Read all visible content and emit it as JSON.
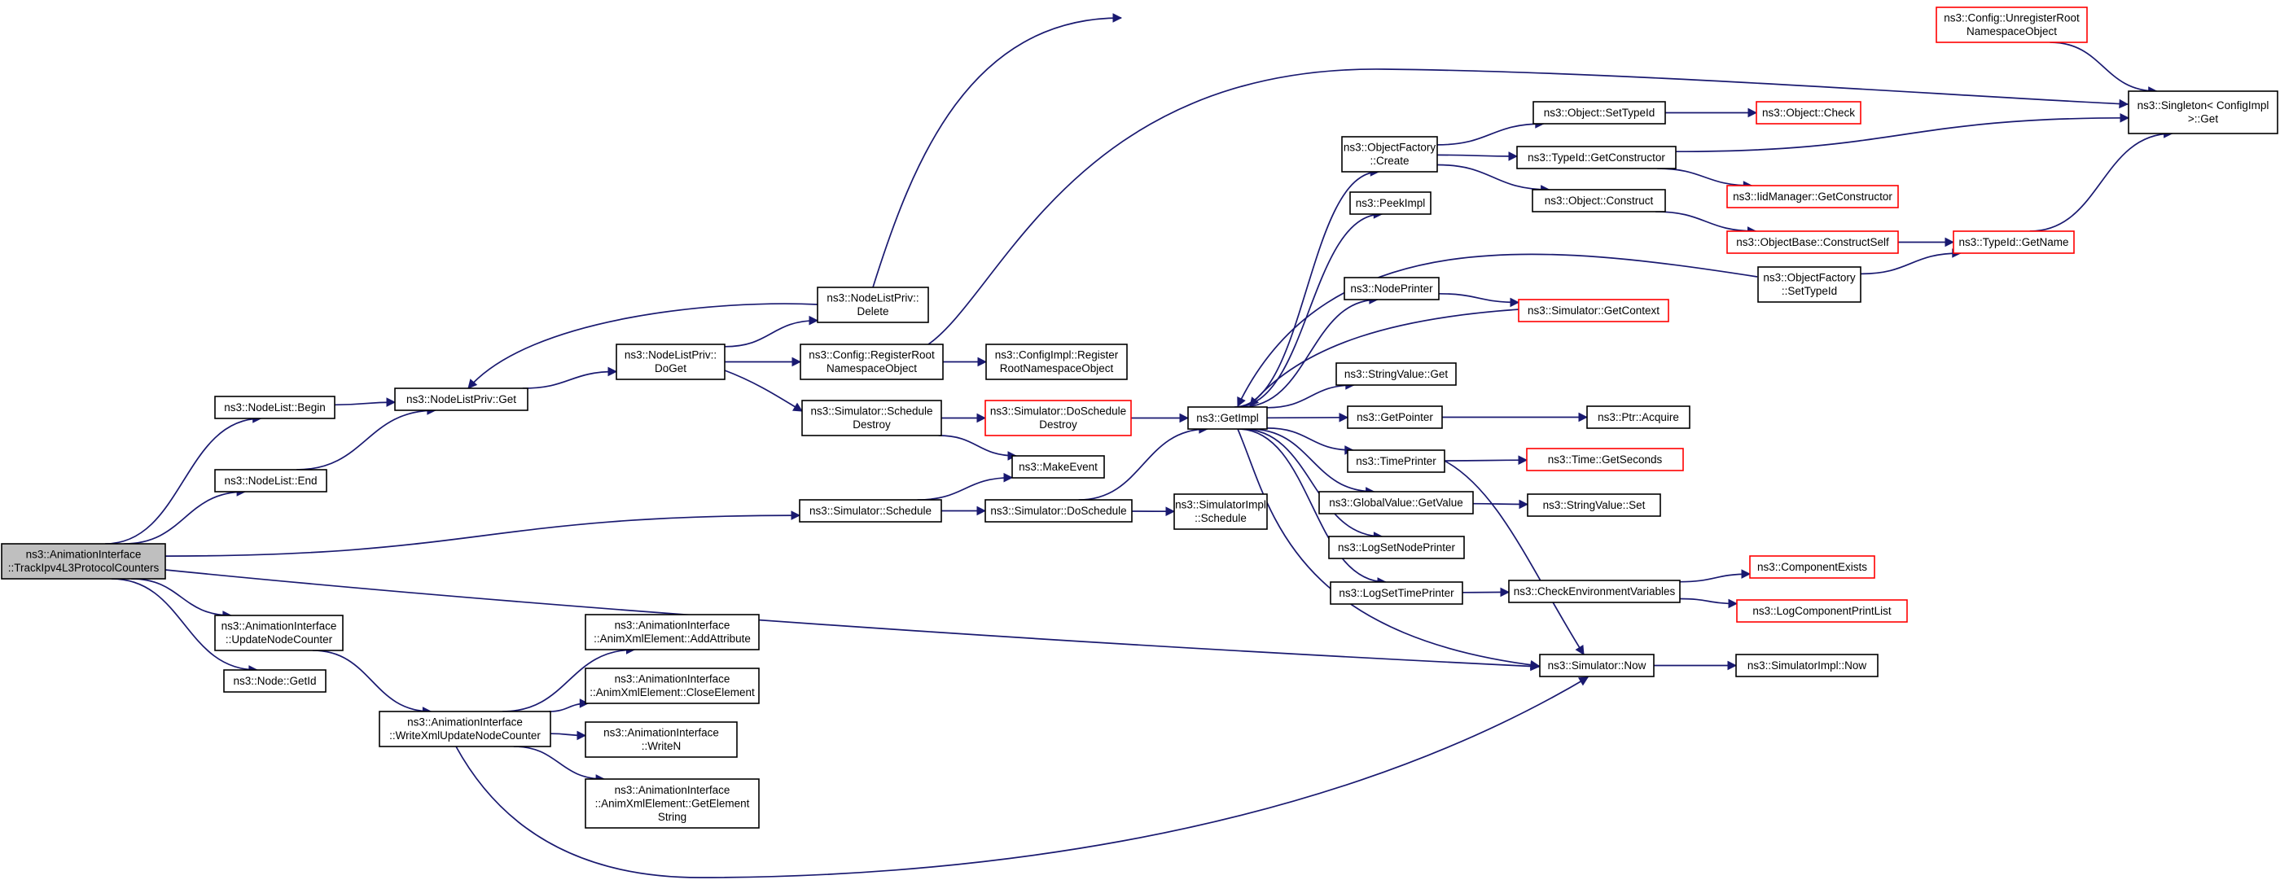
{
  "graph": {
    "nodes": [
      {
        "id": "root",
        "lines": [
          "ns3::AnimationInterface",
          "::TrackIpv4L3ProtocolCounters"
        ],
        "kind": "root"
      },
      {
        "id": "nlbegin",
        "lines": [
          "ns3::NodeList::Begin"
        ],
        "kind": "normal"
      },
      {
        "id": "nlend",
        "lines": [
          "ns3::NodeList::End"
        ],
        "kind": "normal"
      },
      {
        "id": "updnc",
        "lines": [
          "ns3::AnimationInterface",
          "::UpdateNodeCounter"
        ],
        "kind": "normal"
      },
      {
        "id": "nodegetid",
        "lines": [
          "ns3::Node::GetId"
        ],
        "kind": "normal"
      },
      {
        "id": "nlpget",
        "lines": [
          "ns3::NodeListPriv::Get"
        ],
        "kind": "normal"
      },
      {
        "id": "wxml",
        "lines": [
          "ns3::AnimationInterface",
          "::WriteXmlUpdateNodeCounter"
        ],
        "kind": "normal"
      },
      {
        "id": "nlpdoget",
        "lines": [
          "ns3::NodeListPriv::",
          "DoGet"
        ],
        "kind": "normal"
      },
      {
        "id": "addattr",
        "lines": [
          "ns3::AnimationInterface",
          "::AnimXmlElement::AddAttribute"
        ],
        "kind": "normal"
      },
      {
        "id": "closeel",
        "lines": [
          "ns3::AnimationInterface",
          "::AnimXmlElement::CloseElement"
        ],
        "kind": "normal"
      },
      {
        "id": "writen",
        "lines": [
          "ns3::AnimationInterface",
          "::WriteN"
        ],
        "kind": "normal"
      },
      {
        "id": "getelstr",
        "lines": [
          "ns3::AnimationInterface",
          "::AnimXmlElement::GetElement",
          "String"
        ],
        "kind": "normal"
      },
      {
        "id": "nlpdelete",
        "lines": [
          "ns3::NodeListPriv::",
          "Delete"
        ],
        "kind": "normal"
      },
      {
        "id": "cfgreg",
        "lines": [
          "ns3::Config::RegisterRoot",
          "NamespaceObject"
        ],
        "kind": "normal"
      },
      {
        "id": "simschdes",
        "lines": [
          "ns3::Simulator::Schedule",
          "Destroy"
        ],
        "kind": "normal"
      },
      {
        "id": "simsched",
        "lines": [
          "ns3::Simulator::Schedule"
        ],
        "kind": "normal"
      },
      {
        "id": "cfgimplreg",
        "lines": [
          "ns3::ConfigImpl::Register",
          "RootNamespaceObject"
        ],
        "kind": "normal"
      },
      {
        "id": "simdoschdes",
        "lines": [
          "ns3::Simulator::DoSchedule",
          "Destroy"
        ],
        "kind": "ext"
      },
      {
        "id": "makeevent",
        "lines": [
          "ns3::MakeEvent"
        ],
        "kind": "normal"
      },
      {
        "id": "simdosched",
        "lines": [
          "ns3::Simulator::DoSchedule"
        ],
        "kind": "normal"
      },
      {
        "id": "simimplsched",
        "lines": [
          "ns3::SimulatorImpl",
          "::Schedule"
        ],
        "kind": "normal"
      },
      {
        "id": "getimpl",
        "lines": [
          "ns3::GetImpl"
        ],
        "kind": "normal"
      },
      {
        "id": "objfaccreate",
        "lines": [
          "ns3::ObjectFactory",
          "::Create"
        ],
        "kind": "normal"
      },
      {
        "id": "peekimpl",
        "lines": [
          "ns3::PeekImpl"
        ],
        "kind": "normal"
      },
      {
        "id": "nodeprinter",
        "lines": [
          "ns3::NodePrinter"
        ],
        "kind": "normal"
      },
      {
        "id": "strvalget",
        "lines": [
          "ns3::StringValue::Get"
        ],
        "kind": "normal"
      },
      {
        "id": "getpointer",
        "lines": [
          "ns3::GetPointer"
        ],
        "kind": "normal"
      },
      {
        "id": "timeprinter",
        "lines": [
          "ns3::TimePrinter"
        ],
        "kind": "normal"
      },
      {
        "id": "gvgetval",
        "lines": [
          "ns3::GlobalValue::GetValue"
        ],
        "kind": "normal"
      },
      {
        "id": "logsetnp",
        "lines": [
          "ns3::LogSetNodePrinter"
        ],
        "kind": "normal"
      },
      {
        "id": "logsettp",
        "lines": [
          "ns3::LogSetTimePrinter"
        ],
        "kind": "normal"
      },
      {
        "id": "objsettid",
        "lines": [
          "ns3::Object::SetTypeId"
        ],
        "kind": "normal"
      },
      {
        "id": "tidgetctor",
        "lines": [
          "ns3::TypeId::GetConstructor"
        ],
        "kind": "normal"
      },
      {
        "id": "objconstruct",
        "lines": [
          "ns3::Object::Construct"
        ],
        "kind": "normal"
      },
      {
        "id": "simgetctx",
        "lines": [
          "ns3::Simulator::GetContext"
        ],
        "kind": "ext"
      },
      {
        "id": "ptracq",
        "lines": [
          "ns3::Ptr::Acquire"
        ],
        "kind": "normal"
      },
      {
        "id": "timegetsec",
        "lines": [
          "ns3::Time::GetSeconds"
        ],
        "kind": "ext"
      },
      {
        "id": "strvalset",
        "lines": [
          "ns3::StringValue::Set"
        ],
        "kind": "normal"
      },
      {
        "id": "chkenv",
        "lines": [
          "ns3::CheckEnvironmentVariables"
        ],
        "kind": "normal"
      },
      {
        "id": "simnow",
        "lines": [
          "ns3::Simulator::Now"
        ],
        "kind": "normal"
      },
      {
        "id": "objcheck",
        "lines": [
          "ns3::Object::Check"
        ],
        "kind": "ext"
      },
      {
        "id": "iidgetctor",
        "lines": [
          "ns3::IidManager::GetConstructor"
        ],
        "kind": "ext"
      },
      {
        "id": "objbaseconst",
        "lines": [
          "ns3::ObjectBase::ConstructSelf"
        ],
        "kind": "ext"
      },
      {
        "id": "objfacsettid",
        "lines": [
          "ns3::ObjectFactory",
          "::SetTypeId"
        ],
        "kind": "normal"
      },
      {
        "id": "compexists",
        "lines": [
          "ns3::ComponentExists"
        ],
        "kind": "ext"
      },
      {
        "id": "logcpl",
        "lines": [
          "ns3::LogComponentPrintList"
        ],
        "kind": "ext"
      },
      {
        "id": "simimplnow",
        "lines": [
          "ns3::SimulatorImpl::Now"
        ],
        "kind": "normal"
      },
      {
        "id": "cfgunreg",
        "lines": [
          "ns3::Config::UnregisterRoot",
          "NamespaceObject"
        ],
        "kind": "ext"
      },
      {
        "id": "tidgetname",
        "lines": [
          "ns3::TypeId::GetName"
        ],
        "kind": "ext"
      },
      {
        "id": "singleton",
        "lines": [
          "ns3::Singleton< ConfigImpl",
          " >::Get"
        ],
        "kind": "normal"
      }
    ],
    "edges": [
      [
        "root",
        "nlbegin"
      ],
      [
        "root",
        "nlend"
      ],
      [
        "root",
        "simsched"
      ],
      [
        "root",
        "updnc"
      ],
      [
        "root",
        "nodegetid"
      ],
      [
        "root",
        "simnow"
      ],
      [
        "nlbegin",
        "nlpget"
      ],
      [
        "nlend",
        "nlpget"
      ],
      [
        "nlpget",
        "nlpdoget"
      ],
      [
        "nlpdoget",
        "nlpdelete"
      ],
      [
        "nlpdoget",
        "cfgreg"
      ],
      [
        "nlpdoget",
        "simschdes"
      ],
      [
        "nlpdelete",
        "nlpget"
      ],
      [
        "nlpdelete",
        "cfgunreg"
      ],
      [
        "cfgreg",
        "cfgimplreg"
      ],
      [
        "cfgreg",
        "singleton"
      ],
      [
        "simschdes",
        "simdoschdes"
      ],
      [
        "simschdes",
        "makeevent"
      ],
      [
        "simsched",
        "makeevent"
      ],
      [
        "simsched",
        "simdosched"
      ],
      [
        "simdosched",
        "simimplsched"
      ],
      [
        "simdosched",
        "getimpl"
      ],
      [
        "simdoschdes",
        "getimpl"
      ],
      [
        "updnc",
        "wxml"
      ],
      [
        "wxml",
        "addattr"
      ],
      [
        "wxml",
        "closeel"
      ],
      [
        "wxml",
        "writen"
      ],
      [
        "wxml",
        "getelstr"
      ],
      [
        "wxml",
        "simnow"
      ],
      [
        "getimpl",
        "objfaccreate"
      ],
      [
        "getimpl",
        "peekimpl"
      ],
      [
        "getimpl",
        "nodeprinter"
      ],
      [
        "getimpl",
        "strvalget"
      ],
      [
        "getimpl",
        "getpointer"
      ],
      [
        "getimpl",
        "timeprinter"
      ],
      [
        "getimpl",
        "gvgetval"
      ],
      [
        "getimpl",
        "logsetnp"
      ],
      [
        "getimpl",
        "logsettp"
      ],
      [
        "getimpl",
        "simnow"
      ],
      [
        "objfaccreate",
        "objsettid"
      ],
      [
        "objfaccreate",
        "tidgetctor"
      ],
      [
        "objfaccreate",
        "objconstruct"
      ],
      [
        "objsettid",
        "objcheck"
      ],
      [
        "tidgetctor",
        "iidgetctor"
      ],
      [
        "tidgetctor",
        "singleton"
      ],
      [
        "objconstruct",
        "objbaseconst"
      ],
      [
        "objbaseconst",
        "tidgetname"
      ],
      [
        "objfacsettid",
        "getimpl"
      ],
      [
        "objfacsettid",
        "tidgetname"
      ],
      [
        "nodeprinter",
        "simgetctx"
      ],
      [
        "simgetctx",
        "getimpl"
      ],
      [
        "getpointer",
        "ptracq"
      ],
      [
        "timeprinter",
        "timegetsec"
      ],
      [
        "timeprinter",
        "simnow"
      ],
      [
        "gvgetval",
        "strvalset"
      ],
      [
        "logsettp",
        "chkenv"
      ],
      [
        "chkenv",
        "compexists"
      ],
      [
        "chkenv",
        "logcpl"
      ],
      [
        "simnow",
        "simimplnow"
      ],
      [
        "cfgunreg",
        "singleton"
      ],
      [
        "tidgetname",
        "singleton"
      ]
    ]
  }
}
